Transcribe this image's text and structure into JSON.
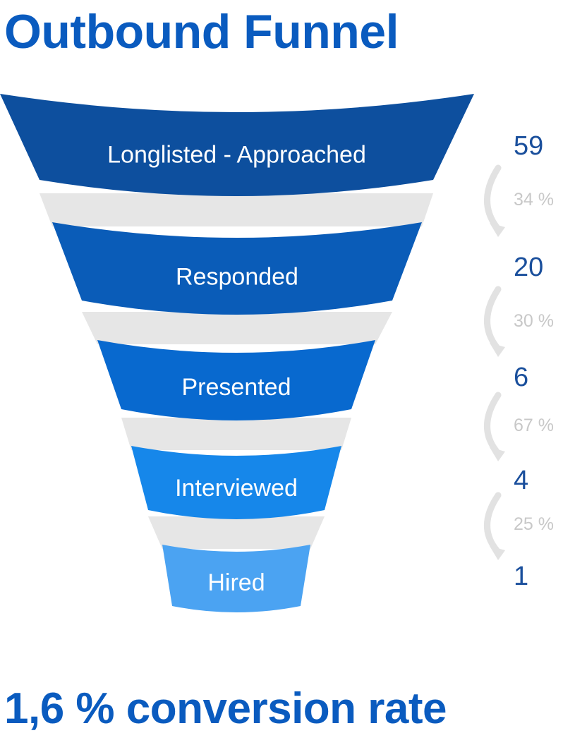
{
  "title": "Outbound Funnel",
  "footer": "1,6 % conversion rate",
  "colors": {
    "heading": "#0a5bbf",
    "count_text": "#1a4f9c",
    "connector": "#e6e6e6",
    "arrow": "#e2e2e2",
    "stages": [
      "#0d4f9e",
      "#0a5cb8",
      "#0869cf",
      "#1687ea",
      "#4ba3f2"
    ]
  },
  "chart_data": {
    "type": "funnel",
    "title": "Outbound Funnel",
    "stages": [
      {
        "label": "Longlisted - Approached",
        "value": 59
      },
      {
        "label": "Responded",
        "value": 20
      },
      {
        "label": "Presented",
        "value": 6
      },
      {
        "label": "Interviewed",
        "value": 4
      },
      {
        "label": "Hired",
        "value": 1
      }
    ],
    "conversions": [
      "34 %",
      "30 %",
      "67 %",
      "25 %"
    ],
    "overall_conversion": "1,6 % conversion rate"
  }
}
